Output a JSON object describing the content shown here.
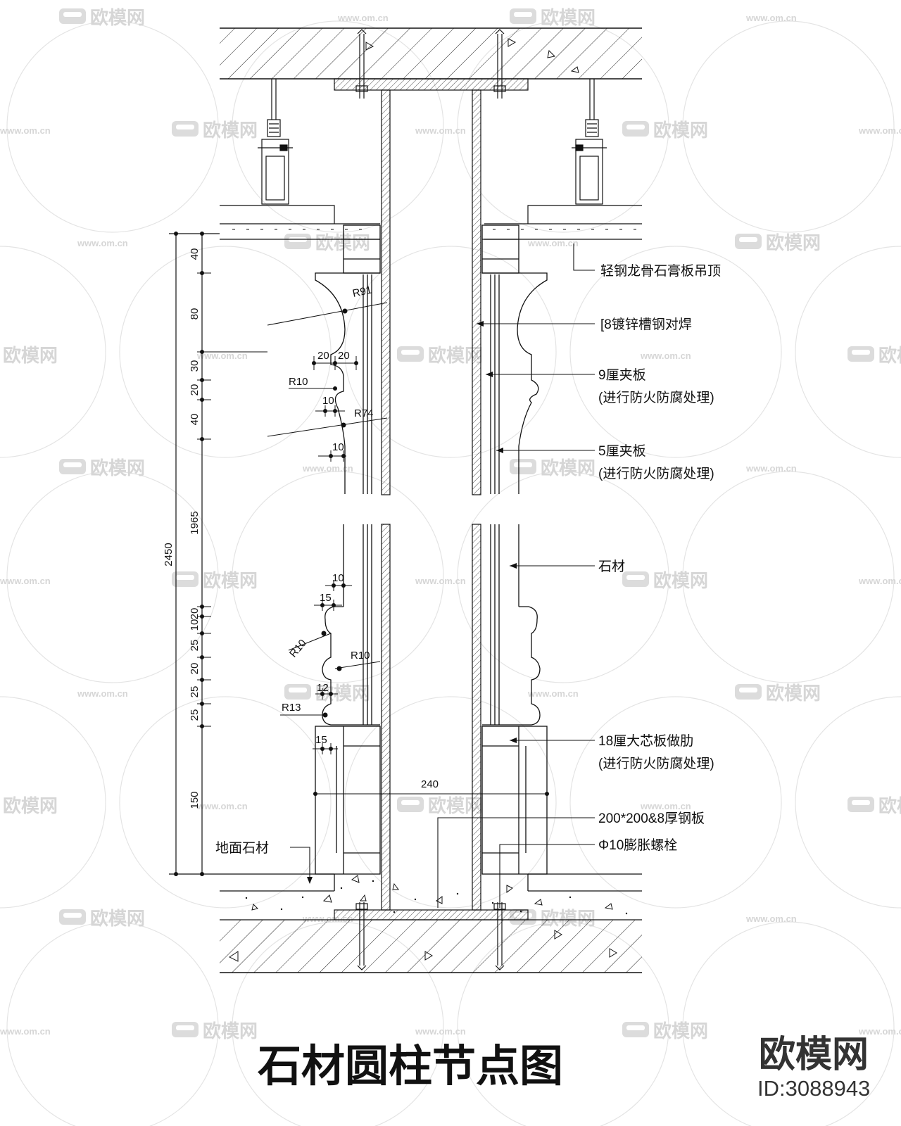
{
  "drawing": {
    "title": "石材圆柱节点图",
    "brand": "欧模网",
    "id_label": "ID:3088943"
  },
  "watermark": {
    "brand": "欧模网",
    "site": "www.om.cn"
  },
  "callouts": {
    "ceiling": "轻钢龙骨石膏板吊顶",
    "channel_steel": "[8镀锌槽钢对焊",
    "plywood9": "9厘夹板",
    "plywood9_note": "(进行防火防腐处理)",
    "plywood5": "5厘夹板",
    "plywood5_note": "(进行防火防腐处理)",
    "stone": "石材",
    "blockboard18": "18厘大芯板做肋",
    "blockboard18_note": "(进行防火防腐处理)",
    "steel_plate": "200*200&8厚钢板",
    "bolt": "Φ10膨胀螺栓",
    "floor_stone": "地面石材"
  },
  "dimensions": {
    "total_height": "2450",
    "vertical_chain": [
      "40",
      "80",
      "30",
      "20",
      "40",
      "1965",
      "20",
      "10",
      "25",
      "20",
      "25",
      "25",
      "150"
    ],
    "capital_labels": [
      "20",
      "20",
      "10",
      "10"
    ],
    "capital_radii": [
      "R91",
      "R10",
      "R74"
    ],
    "base_labels": [
      "10",
      "15",
      "12",
      "15"
    ],
    "base_radii": [
      "R10",
      "R10",
      "R13"
    ],
    "column_width": "240"
  }
}
